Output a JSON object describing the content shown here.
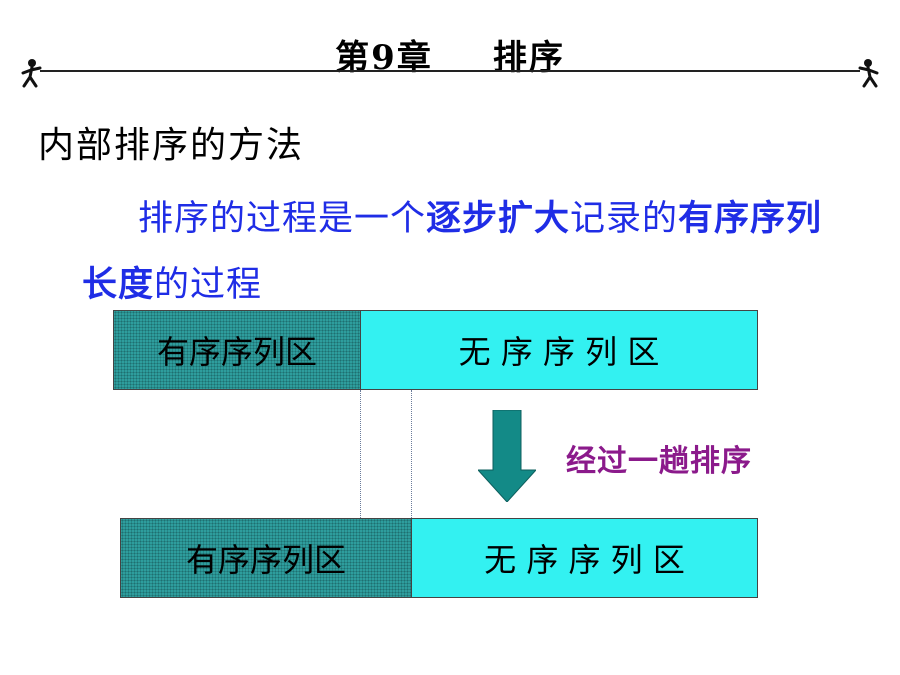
{
  "slide": {
    "title_chapter": "第9章",
    "title_topic": "排序",
    "heading": "内部排序的方法",
    "paragraph": {
      "p1": "排序的过程是一个",
      "b1": "逐步扩大",
      "p2": "记录的",
      "b2": "有序序列长度",
      "p3": "的过程"
    }
  },
  "diagram": {
    "before": {
      "ordered": "有序序列区",
      "unordered": "无 序 序 列 区"
    },
    "after": {
      "ordered": "有序序列区",
      "unordered": "无 序 序 列 区"
    },
    "arrow_label": "经过一趟排序",
    "colors": {
      "ordered_fill": "#2e9d9d",
      "unordered_fill": "#33f1f1",
      "arrow_fill": "#138a87",
      "label_color": "#8b1a8b",
      "text_blue": "#1f2de6"
    }
  }
}
